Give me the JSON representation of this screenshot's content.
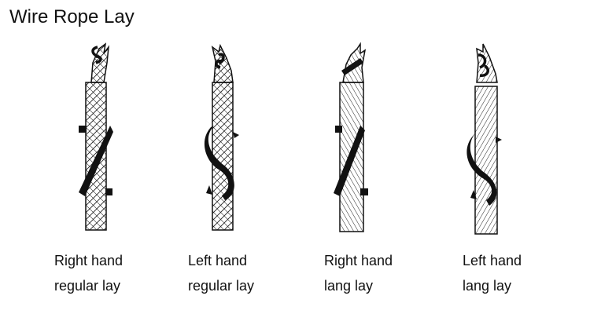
{
  "title": "Wire Rope Lay",
  "ropes": [
    {
      "line1": "Right hand",
      "line2": "regular lay"
    },
    {
      "line1": "Left hand",
      "line2": "regular lay"
    },
    {
      "line1": "Right hand",
      "line2": "lang lay"
    },
    {
      "line1": "Left hand",
      "line2": "lang lay"
    }
  ]
}
